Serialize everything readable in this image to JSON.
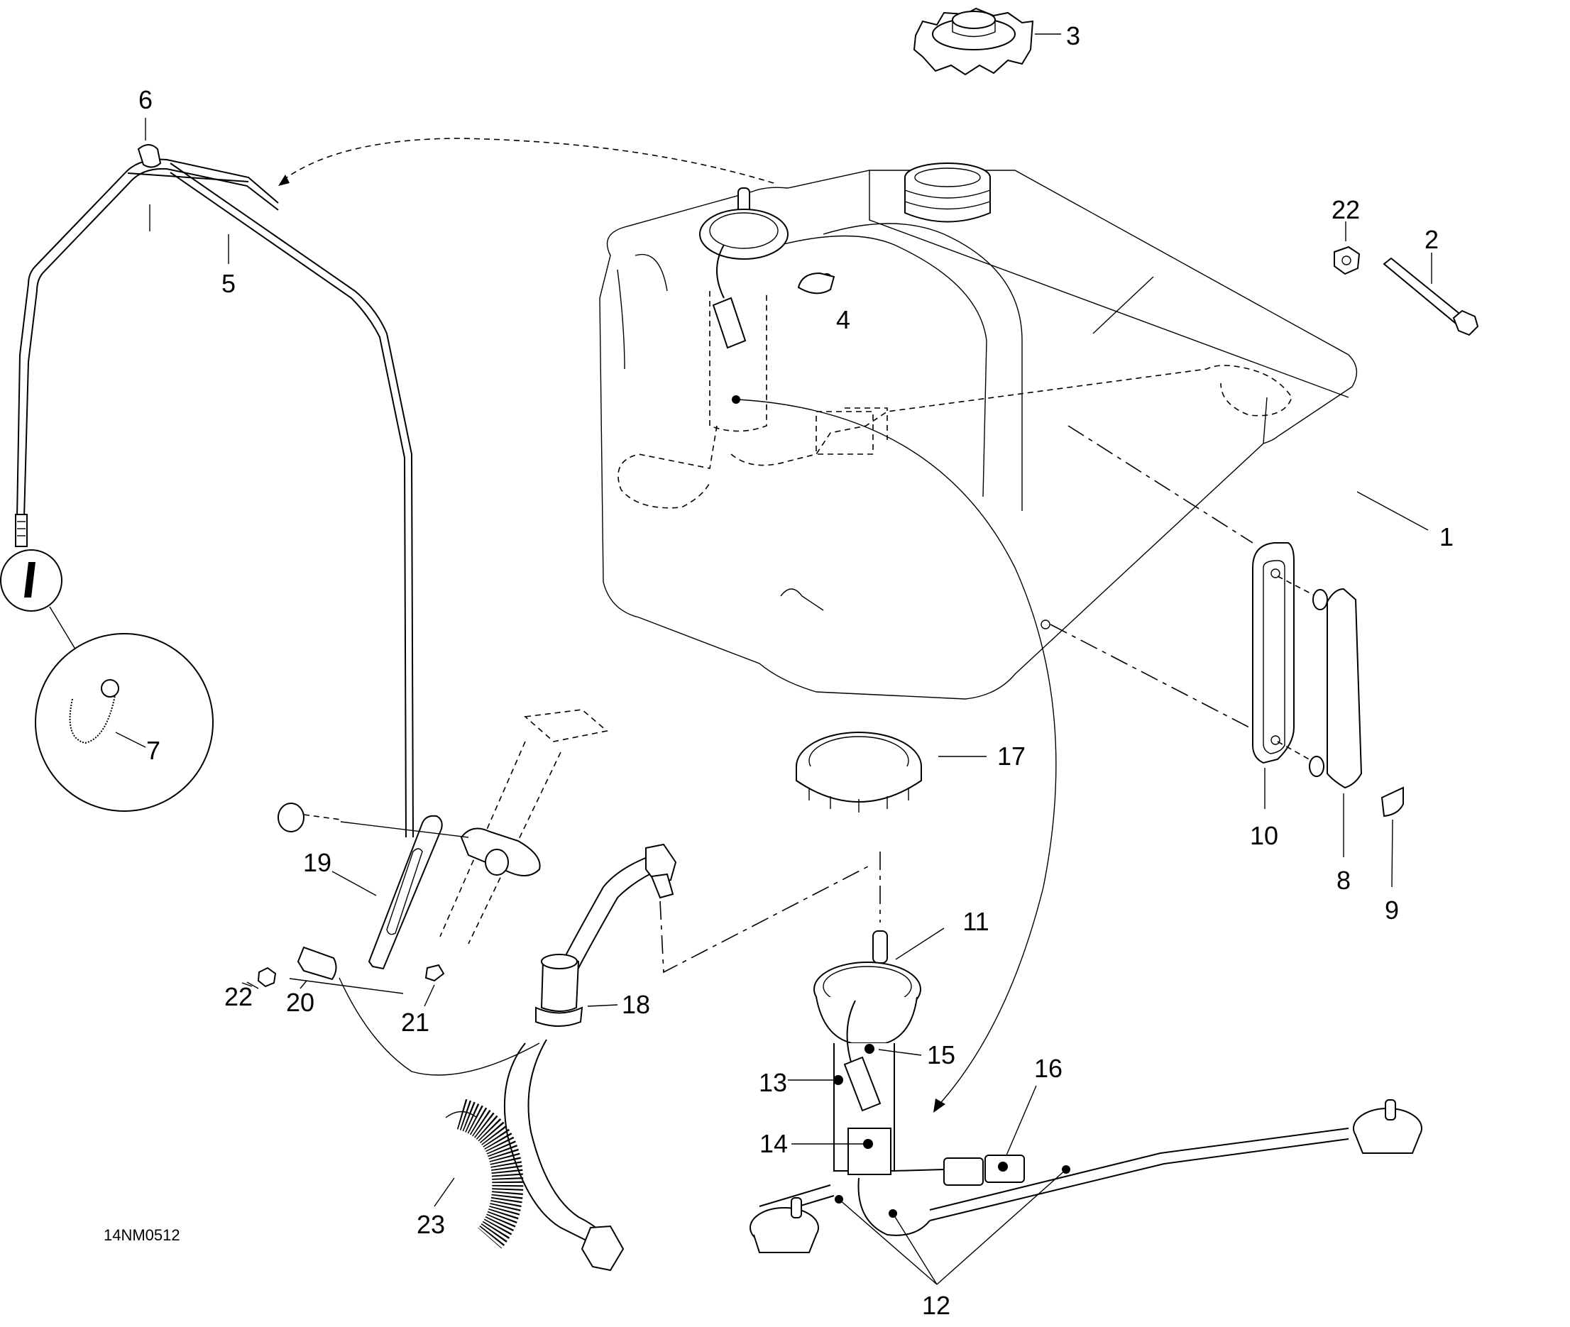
{
  "diagram": {
    "type": "exploded parts diagram",
    "subject": "fuel tank system",
    "reference_code": "14NM0512",
    "callouts": [
      {
        "id": "1",
        "part": "fuel-tank"
      },
      {
        "id": "2",
        "part": "bolt"
      },
      {
        "id": "3",
        "part": "fuel-cap"
      },
      {
        "id": "4",
        "part": "vent-fitting"
      },
      {
        "id": "5",
        "part": "vent-tube"
      },
      {
        "id": "6",
        "part": "clip"
      },
      {
        "id": "7",
        "part": "spring-hose-guard"
      },
      {
        "id": "8",
        "part": "rubber-pad"
      },
      {
        "id": "9",
        "part": "wedge"
      },
      {
        "id": "10",
        "part": "retainer-strap"
      },
      {
        "id": "11",
        "part": "fuel-pump-module"
      },
      {
        "id": "12",
        "part": "pickup-hoses"
      },
      {
        "id": "13",
        "part": "pump-housing"
      },
      {
        "id": "14",
        "part": "fuel-filter"
      },
      {
        "id": "15",
        "part": "pressure-regulator"
      },
      {
        "id": "16",
        "part": "fuel-level-sender-connector"
      },
      {
        "id": "17",
        "part": "locking-ring"
      },
      {
        "id": "18",
        "part": "fuel-hose-with-filter"
      },
      {
        "id": "19",
        "part": "bracket"
      },
      {
        "id": "20",
        "part": "clamp-block"
      },
      {
        "id": "21",
        "part": "screw"
      },
      {
        "id": "22",
        "part": "nut"
      },
      {
        "id": "23",
        "part": "spring-hose"
      }
    ],
    "labels": {
      "l1": "1",
      "l2": "2",
      "l3": "3",
      "l4": "4",
      "l5": "5",
      "l6": "6",
      "l7": "7",
      "l8": "8",
      "l9": "9",
      "l10": "10",
      "l11": "11",
      "l12": "12",
      "l13": "13",
      "l14": "14",
      "l15": "15",
      "l16": "16",
      "l17": "17",
      "l18": "18",
      "l19": "19",
      "l20": "20",
      "l21": "21",
      "l22a": "22",
      "l22b": "22",
      "l23": "23"
    }
  }
}
